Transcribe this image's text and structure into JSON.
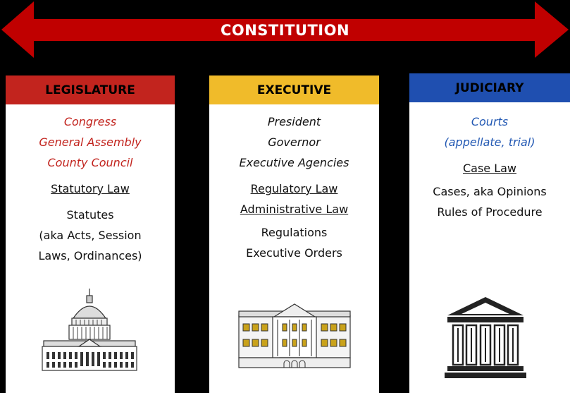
{
  "constitution": {
    "label": "CONSTITUTION",
    "color": "#c00000"
  },
  "legislature": {
    "header": "LEGISLATURE",
    "header_color": "#c2241e",
    "bodies": [
      "Congress",
      "General Assembly",
      "County Council"
    ],
    "law_type": "Statutory Law",
    "sources": [
      "Statutes",
      "(aka Acts, Session",
      "Laws, Ordinances)"
    ],
    "icon": "capitol-building-icon"
  },
  "executive": {
    "header": "EXECUTIVE",
    "header_color": "#f0bb2a",
    "bodies": [
      "President",
      "Governor",
      "Executive Agencies"
    ],
    "law_types": [
      "Regulatory Law",
      "Administrative Law"
    ],
    "sources": [
      "Regulations",
      "Executive Orders"
    ],
    "icon": "white-house-icon"
  },
  "judiciary": {
    "header": "JUDICIARY",
    "header_color": "#1f4fb0",
    "bodies": [
      "Courts",
      "(appellate, trial)"
    ],
    "law_type": "Case Law",
    "sources": [
      "Cases, aka Opinions",
      "Rules of Procedure"
    ],
    "icon": "courthouse-icon"
  }
}
